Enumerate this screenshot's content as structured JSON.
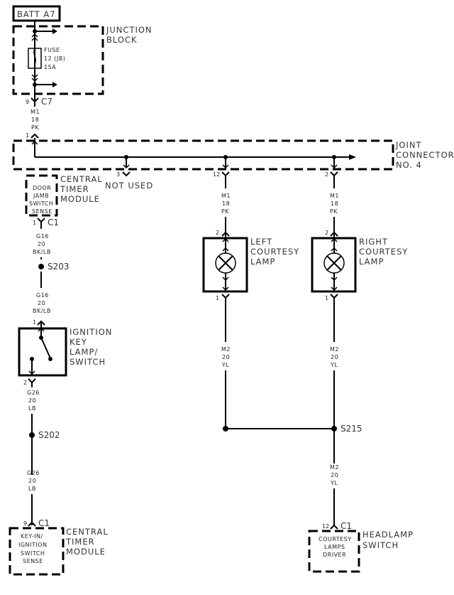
{
  "diagram": {
    "power_source": {
      "label": "BATT A7"
    },
    "junction_block": {
      "title_line1": "JUNCTION",
      "title_line2": "BLOCK",
      "fuse": {
        "line1": "FUSE",
        "line2": "12 (JB)",
        "line3": "15A"
      },
      "connector": {
        "pin": "9",
        "name": "C7"
      }
    },
    "wire_m1_top": {
      "circuit": "M1",
      "gauge": "18",
      "color": "PK"
    },
    "joint_connector": {
      "title_line1": "JOINT",
      "title_line2": "CONNECTOR",
      "title_line3": "NO. 4",
      "in_pin": "1",
      "pins": [
        {
          "pin": "3",
          "label": "NOT USED"
        },
        {
          "pin": "12"
        },
        {
          "pin": "2"
        }
      ]
    },
    "central_timer_module_top": {
      "title_line1": "CENTRAL",
      "title_line2": "TIMER",
      "title_line3": "MODULE",
      "inner_line1": "DOOR",
      "inner_line2": "JAMB",
      "inner_line3": "SWITCH",
      "inner_line4": "SENSE",
      "connector": {
        "pin": "1",
        "name": "C1"
      }
    },
    "wire_g16_a": {
      "circuit": "G16",
      "gauge": "20",
      "color": "BK/LB"
    },
    "splice_s203": {
      "label": "S203"
    },
    "wire_g16_b": {
      "circuit": "G16",
      "gauge": "20",
      "color": "BK/LB"
    },
    "ignition_switch": {
      "title_line1": "IGNITION",
      "title_line2": "KEY",
      "title_line3": "LAMP/",
      "title_line4": "SWITCH",
      "pin_top": "1",
      "pin_bottom": "2"
    },
    "wire_g26_a": {
      "circuit": "G26",
      "gauge": "20",
      "color": "LB"
    },
    "splice_s202": {
      "label": "S202"
    },
    "wire_g26_b": {
      "circuit": "G26",
      "gauge": "20",
      "color": "LB"
    },
    "central_timer_module_bottom": {
      "title_line1": "CENTRAL",
      "title_line2": "TIMER",
      "title_line3": "MODULE",
      "inner_line1": "KEY-IN/",
      "inner_line2": "IGNITION",
      "inner_line3": "SWITCH",
      "inner_line4": "SENSE",
      "connector": {
        "pin": "9",
        "name": "C1"
      }
    },
    "wire_m1_left": {
      "circuit": "M1",
      "gauge": "18",
      "color": "PK"
    },
    "wire_m1_right": {
      "circuit": "M1",
      "gauge": "18",
      "color": "PK"
    },
    "left_courtesy_lamp": {
      "title_line1": "LEFT",
      "title_line2": "COURTESY",
      "title_line3": "LAMP",
      "pin_top": "2",
      "pin_bottom": "1"
    },
    "right_courtesy_lamp": {
      "title_line1": "RIGHT",
      "title_line2": "COURTESY",
      "title_line3": "LAMP",
      "pin_top": "2",
      "pin_bottom": "1"
    },
    "wire_m2_left": {
      "circuit": "M2",
      "gauge": "20",
      "color": "YL"
    },
    "wire_m2_right": {
      "circuit": "M2",
      "gauge": "20",
      "color": "YL"
    },
    "splice_s215": {
      "label": "S215"
    },
    "wire_m2_bottom": {
      "circuit": "M2",
      "gauge": "20",
      "color": "YL"
    },
    "headlamp_switch": {
      "title_line1": "HEADLAMP",
      "title_line2": "SWITCH",
      "inner_line1": "COURTESY",
      "inner_line2": "LAMPS",
      "inner_line3": "DRIVER",
      "connector": {
        "pin": "12",
        "name": "C1"
      }
    }
  }
}
